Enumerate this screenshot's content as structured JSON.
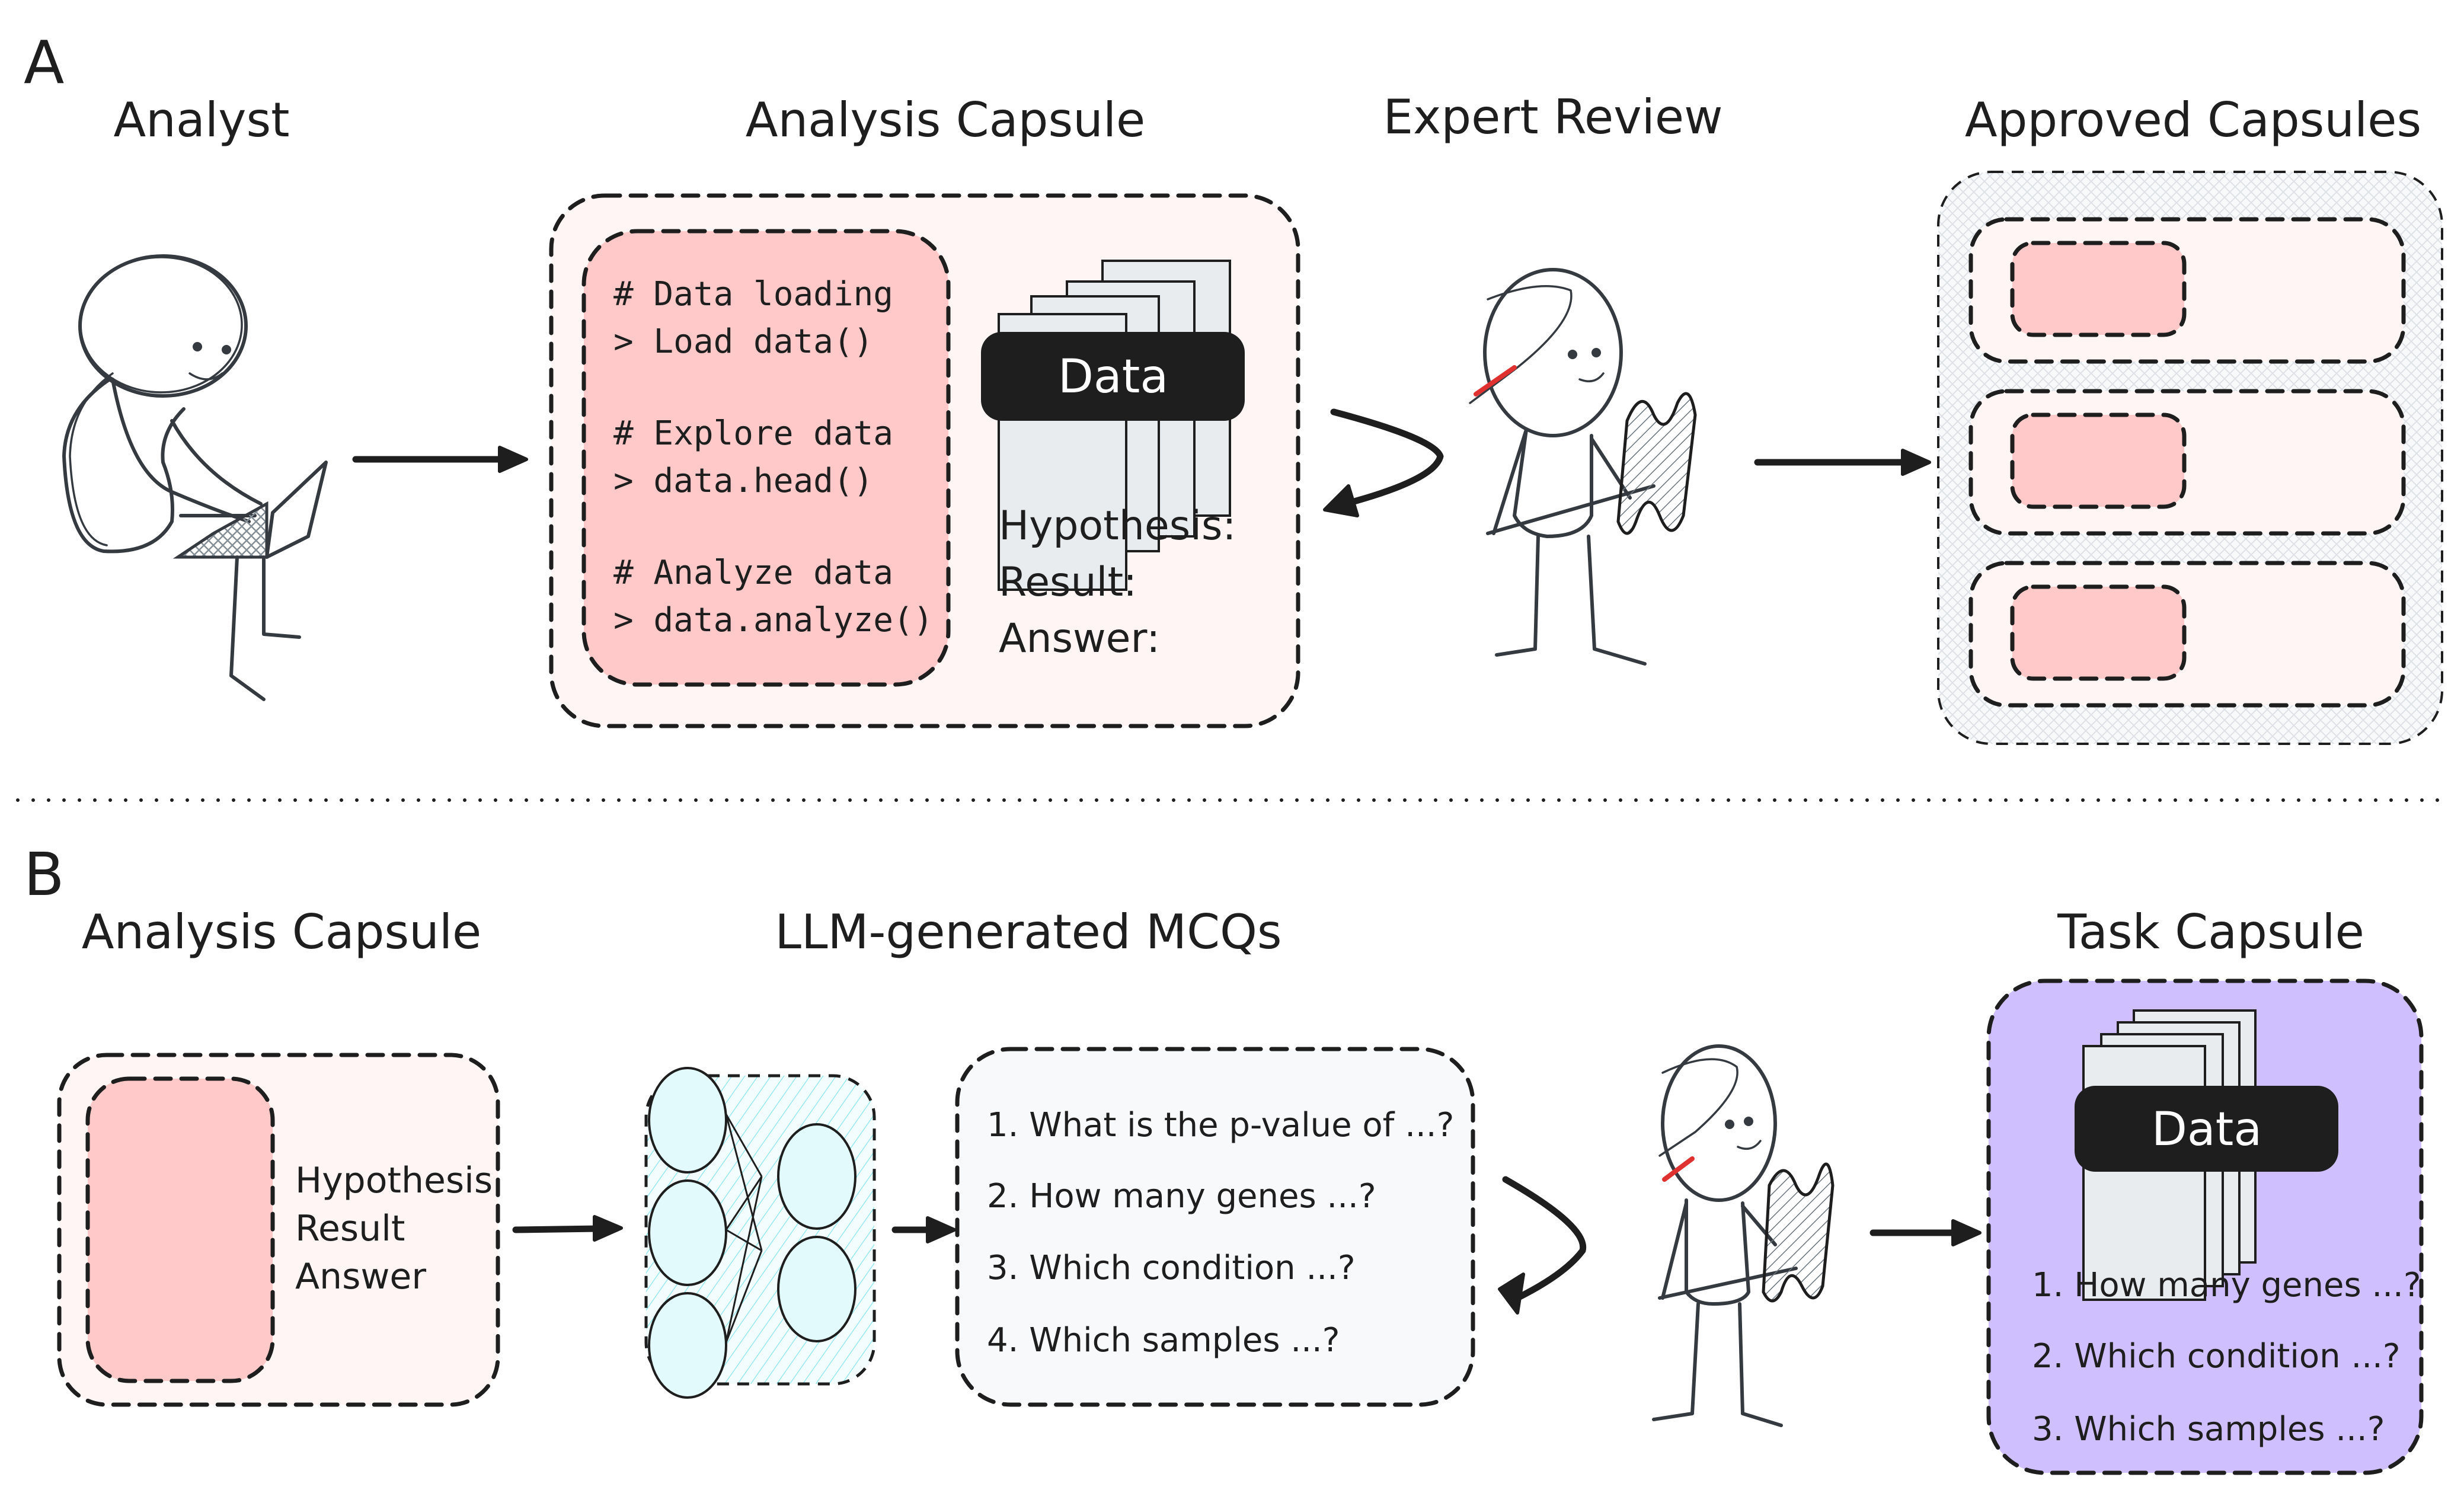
{
  "panel_a": {
    "letter": "A",
    "titles": {
      "analyst": "Analyst",
      "analysis_capsule": "Analysis Capsule",
      "expert_review": "Expert Review",
      "approved_capsules": "Approved Capsules"
    },
    "code_lines": [
      "# Data loading",
      "> Load data()",
      "# Explore data",
      "> data.head()",
      "# Analyze data",
      "> data.analyze()"
    ],
    "data_label": "Data",
    "fields": [
      "Hypothesis:",
      "Result:",
      "Answer:"
    ],
    "approved_capsule_count": 3
  },
  "panel_b": {
    "letter": "B",
    "titles": {
      "analysis_capsule": "Analysis Capsule",
      "mcqs": "LLM-generated MCQs",
      "task_capsule": "Task Capsule"
    },
    "fields": [
      "Hypothesis",
      "Result",
      "Answer"
    ],
    "mcqs": [
      "1. What is the p-value of ...?",
      "2. How many genes ...?",
      "3. Which condition ...?",
      "4. Which samples ...?"
    ],
    "data_label": "Data",
    "task_questions": [
      "1. How many genes ...?",
      "2. Which condition ...?",
      "3. Which samples ...?"
    ]
  },
  "colors": {
    "capsule_bg": "#fff5f5",
    "code_bg": "#ffc9c9",
    "approved_bg": "#f1f3f5",
    "nn_bg": "#e3fafc",
    "nn_hatch": "#99e9f2",
    "mcq_bg": "#f8f9fa",
    "task_bg": "#d0bfff",
    "data_bar": "#1e1e1e",
    "sheet": "#e9ecef",
    "ink": "#1e1e1e",
    "pencil": "#e03131"
  }
}
